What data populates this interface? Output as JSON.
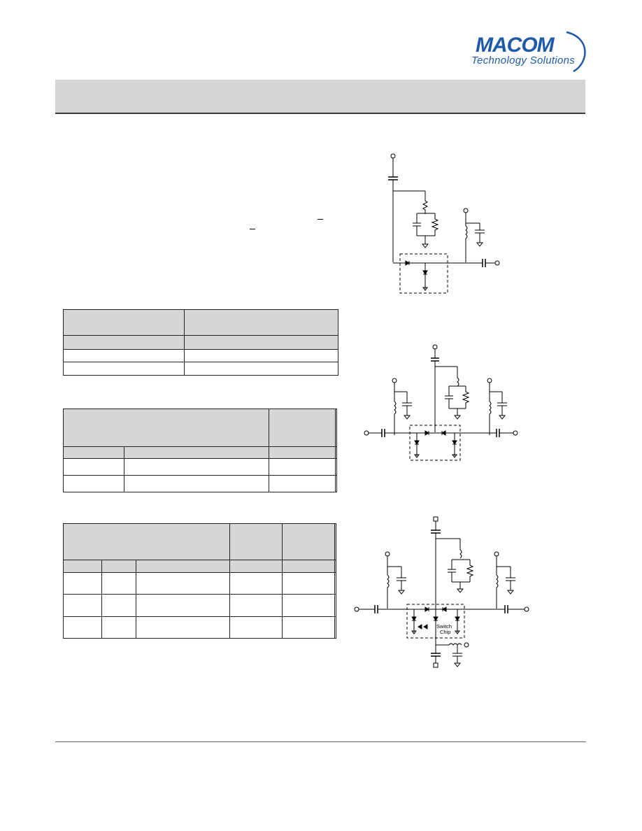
{
  "logo": {
    "brand": "MACOM",
    "tagline": "Technology Solutions",
    "brand_color": "#1f5aa8"
  },
  "diagrams": {
    "switch_chip_label_line1": "Switch",
    "switch_chip_label_line2": "Chip"
  },
  "colors": {
    "header_band": "#d4d4d4",
    "table_shade": "#d6d6d6",
    "rule": "#3a3a3a"
  }
}
